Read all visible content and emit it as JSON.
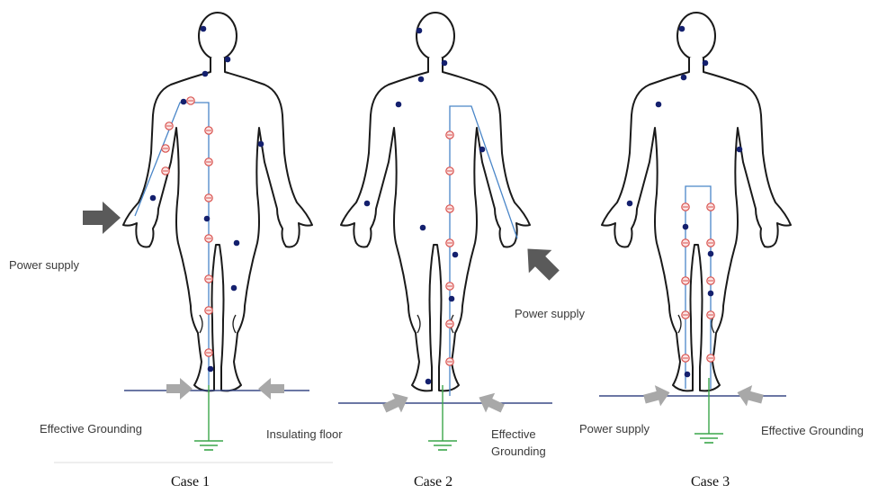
{
  "colors": {
    "body_outline": "#1a1a1a",
    "current_path": "#4a86c8",
    "electrode_dot": "#14206e",
    "current_marker": "#d9534f",
    "floor_line": "#3a4a86",
    "ground_symbol": "#3aa64a",
    "arrow_dark": "#5a5a5a",
    "arrow_light": "#a8a8a8"
  },
  "icons": {
    "supply_arrow": "arrow-icon",
    "ground": "ground-icon",
    "electrode": "dot-icon"
  },
  "cases": [
    {
      "caption": "Case 1",
      "labels": {
        "power_supply": "Power supply",
        "grounding": "Effective Grounding",
        "floor": "Insulating floor"
      }
    },
    {
      "caption": "Case 2",
      "labels": {
        "power_supply": "Power supply",
        "grounding_line1": "Effective",
        "grounding_line2": "Grounding"
      }
    },
    {
      "caption": "Case 3",
      "labels": {
        "power_supply": "Power supply",
        "grounding": "Effective Grounding"
      }
    }
  ]
}
